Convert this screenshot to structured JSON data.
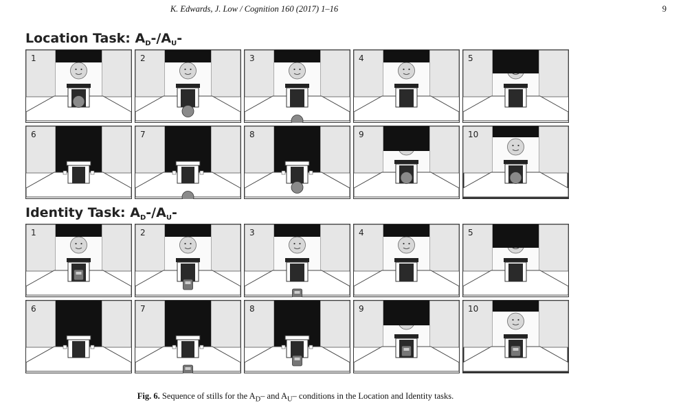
{
  "header": {
    "journal": "K. Edwards, J. Low / Cognition 160 (2017) 1–16",
    "page_number": "9"
  },
  "tasks": [
    {
      "id": "location",
      "title_prefix": "Location Task: A",
      "sub_d": "D",
      "mid": "-/A",
      "sub_u": "U",
      "suffix": "-",
      "frames": [
        {
          "n": "1"
        },
        {
          "n": "2"
        },
        {
          "n": "3"
        },
        {
          "n": "4"
        },
        {
          "n": "5"
        },
        {
          "n": "6"
        },
        {
          "n": "7"
        },
        {
          "n": "8"
        },
        {
          "n": "9"
        },
        {
          "n": "10"
        }
      ]
    },
    {
      "id": "identity",
      "title_prefix": "Identity Task: A",
      "sub_d": "D",
      "mid": "-/A",
      "sub_u": "U",
      "suffix": "-",
      "frames": [
        {
          "n": "1"
        },
        {
          "n": "2"
        },
        {
          "n": "3"
        },
        {
          "n": "4"
        },
        {
          "n": "5"
        },
        {
          "n": "6"
        },
        {
          "n": "7"
        },
        {
          "n": "8"
        },
        {
          "n": "9"
        },
        {
          "n": "10"
        }
      ]
    }
  ],
  "caption": {
    "label": "Fig. 6.",
    "text": " Sequence of stills for the A",
    "sub1": "D",
    "mid": "– and A",
    "sub2": "U",
    "end": "– conditions in the Location and Identity tasks."
  }
}
